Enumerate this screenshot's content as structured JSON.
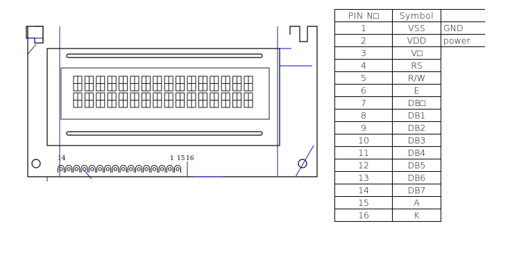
{
  "diagram": {
    "pin_labels": {
      "left": "14",
      "right_1": "1",
      "right_15": "15",
      "right_16": "16"
    },
    "character_grid": {
      "columns": 16,
      "rows": 2
    },
    "pin_count": 16
  },
  "table": {
    "headers": [
      "PIN N□",
      "Symbol",
      ""
    ],
    "rows": [
      {
        "pin": "1",
        "symbol": "VSS",
        "func": "GND"
      },
      {
        "pin": "2",
        "symbol": "VDD",
        "func": "power"
      },
      {
        "pin": "3",
        "symbol": "V□",
        "func": ""
      },
      {
        "pin": "4",
        "symbol": "RS",
        "func": ""
      },
      {
        "pin": "5",
        "symbol": "R/W",
        "func": ""
      },
      {
        "pin": "6",
        "symbol": "E",
        "func": ""
      },
      {
        "pin": "7",
        "symbol": "DB□",
        "func": ""
      },
      {
        "pin": "8",
        "symbol": "DB1",
        "func": ""
      },
      {
        "pin": "9",
        "symbol": "DB2",
        "func": ""
      },
      {
        "pin": "10",
        "symbol": "DB3",
        "func": ""
      },
      {
        "pin": "11",
        "symbol": "DB4",
        "func": ""
      },
      {
        "pin": "12",
        "symbol": "DB5",
        "func": ""
      },
      {
        "pin": "13",
        "symbol": "DB6",
        "func": ""
      },
      {
        "pin": "14",
        "symbol": "DB7",
        "func": ""
      },
      {
        "pin": "15",
        "symbol": "A",
        "func": ""
      },
      {
        "pin": "16",
        "symbol": "K",
        "func": ""
      }
    ]
  },
  "colors": {
    "line": "#000000",
    "dimension": "#0000cc"
  }
}
